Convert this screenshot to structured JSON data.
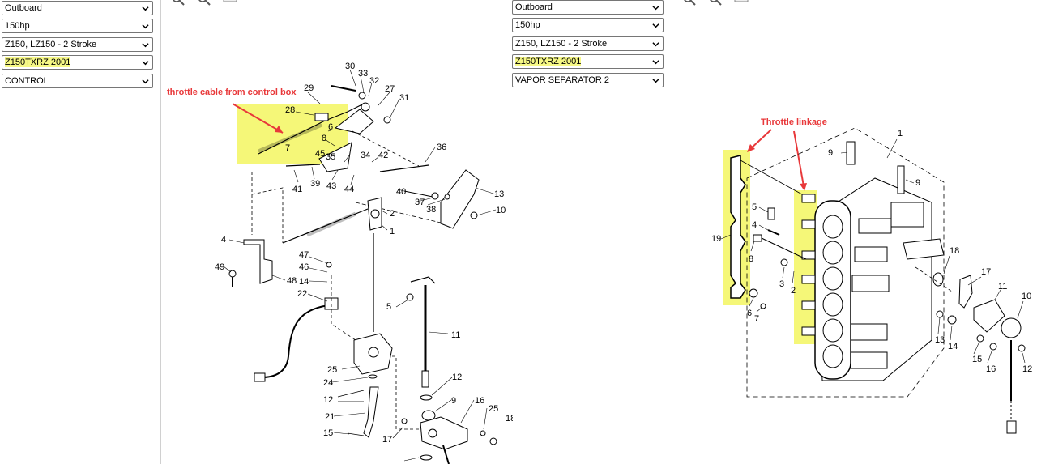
{
  "left_panel": {
    "dropdowns": [
      {
        "value": "Outboard",
        "highlight": false
      },
      {
        "value": "150hp",
        "highlight": false
      },
      {
        "value": "Z150, LZ150 - 2 Stroke",
        "highlight": false
      },
      {
        "value": "Z150TXRZ 2001",
        "highlight": true
      },
      {
        "value": "CONTROL",
        "highlight": false
      }
    ],
    "annotation": "throttle cable from control box",
    "part_numbers": [
      "30",
      "33",
      "32",
      "29",
      "27",
      "31",
      "28",
      "6",
      "7",
      "8",
      "45",
      "35",
      "34",
      "42",
      "36",
      "43",
      "44",
      "41",
      "39",
      "40",
      "37",
      "38",
      "13",
      "10",
      "2",
      "1",
      "4",
      "48",
      "49",
      "47",
      "46",
      "14",
      "22",
      "5",
      "11",
      "25",
      "24",
      "12",
      "9",
      "12",
      "21",
      "15",
      "17",
      "16",
      "25",
      "18"
    ]
  },
  "right_panel": {
    "dropdowns": [
      {
        "value": "Outboard",
        "highlight": false
      },
      {
        "value": "150hp",
        "highlight": false
      },
      {
        "value": "Z150, LZ150 - 2 Stroke",
        "highlight": false
      },
      {
        "value": "Z150TXRZ 2001",
        "highlight": true
      },
      {
        "value": "VAPOR SEPARATOR 2",
        "highlight": false
      }
    ],
    "annotation": "Throttle linkage",
    "part_numbers": [
      "1",
      "9",
      "9",
      "5",
      "4",
      "19",
      "8",
      "3",
      "2",
      "6",
      "7",
      "18",
      "17",
      "11",
      "10",
      "13",
      "14",
      "15",
      "16",
      "12"
    ]
  },
  "colors": {
    "highlight": "#f6f885",
    "annotation_red": "#e8383a",
    "part_highlight": "#f5f778"
  }
}
